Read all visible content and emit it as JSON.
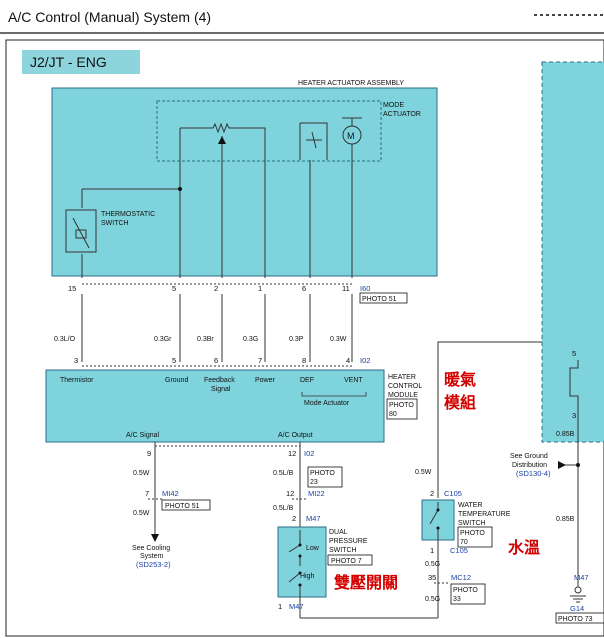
{
  "title": "A/C Control (Manual) System (4)",
  "model_tag": "J2/JT - ENG",
  "heater_actuator_assembly": "HEATER ACTUATOR ASSEMBLY",
  "mode_actuator": [
    "MODE",
    "ACTUATOR"
  ],
  "thermostatic_switch": [
    "THERMOSTATIC",
    "SWITCH"
  ],
  "connector_i60": "I60",
  "photo51": "PHOTO 51",
  "top_pins": [
    "15",
    "5",
    "2",
    "1",
    "6",
    "11"
  ],
  "wires": [
    "0.3L/O",
    "0.3Gr",
    "0.3Br",
    "0.3G",
    "0.3P",
    "0.3W"
  ],
  "module_pins": [
    "3",
    "5",
    "6",
    "7",
    "8",
    "4"
  ],
  "connector_i02": "I02",
  "module_terms": {
    "thermistor": "Thermistor",
    "ground": "Ground",
    "feedback": [
      "Feedback",
      "Signal"
    ],
    "power": "Power",
    "def": "DEF",
    "vent": "VENT",
    "mode_actuator": "Mode Actuator"
  },
  "hcm": [
    "HEATER",
    "CONTROL",
    "MODULE",
    "PHOTO",
    "80"
  ],
  "ac_signal": "A/C Signal",
  "ac_output": "A/C Output",
  "left_branch": {
    "pin9": "9",
    "wire1": "0.5W",
    "pin7": "7",
    "mi42": "MI42",
    "photo": "PHOTO 51",
    "wire2": "0.5W",
    "see": [
      "See Cooling",
      "System"
    ],
    "ref": "(SD253-2)"
  },
  "mid_branch": {
    "pin12": "12",
    "i02": "I02",
    "wire1": "0.5L/B",
    "photo23": [
      "PHOTO",
      "23"
    ],
    "pin12b": "12",
    "mi22": "MI22",
    "wire2": "0.5L/B",
    "pin2": "2",
    "m47": "M47",
    "dps": [
      "DUAL",
      "PRESSURE",
      "SWITCH"
    ],
    "photo7": "PHOTO 7",
    "low": "Low",
    "high": "High",
    "pin1": "1",
    "m47b": "M47"
  },
  "wts": {
    "wire_top": "0.5W",
    "pin2": "2",
    "c105": "C105",
    "label": [
      "WATER",
      "TEMPERATURE",
      "SWITCH"
    ],
    "photo": [
      "PHOTO",
      "70"
    ],
    "pin1": "1",
    "c105b": "C105",
    "wire1": "0.5G",
    "pin35": "35",
    "mc12": "MC12",
    "photo33": [
      "PHOTO",
      "33"
    ],
    "wire2": "0.5G"
  },
  "right": {
    "pin5": "5",
    "pin3": "3",
    "wire": "0.85B",
    "see": [
      "See Ground",
      "Distribution"
    ],
    "ref": "(SD130-4)",
    "m47": "M47",
    "wire2": "0.85B",
    "g14": "G14",
    "photo73": "PHOTO 73"
  },
  "annotations": {
    "heater_module": [
      "暖氣",
      "模組"
    ],
    "water_temp": "水溫",
    "dual_pressure": "雙壓開關"
  },
  "colors": {
    "block_fill": "#7fd3dc",
    "block_stroke": "#2b6f8a",
    "tag_fill": "#8ed4dd",
    "connector_blue": "#1a3fa0",
    "annotation_red": "#d40000"
  }
}
